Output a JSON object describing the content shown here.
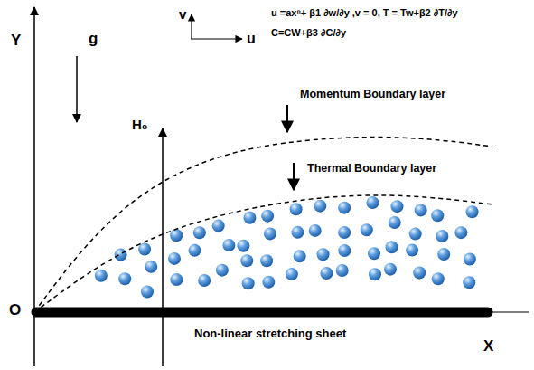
{
  "diagram": {
    "labels": [
      "Y",
      "g",
      "v",
      "u",
      "u =axⁿ+ β1 ∂w/∂y ,v = 0, T = Tw+β2 ∂T/∂y",
      "C=CW+β3 ∂C/∂y",
      "Momentum Boundary layer",
      "Thermal Boundary layer",
      "H₀",
      "O",
      "Non-linear stretching sheet",
      "X"
    ]
  }
}
